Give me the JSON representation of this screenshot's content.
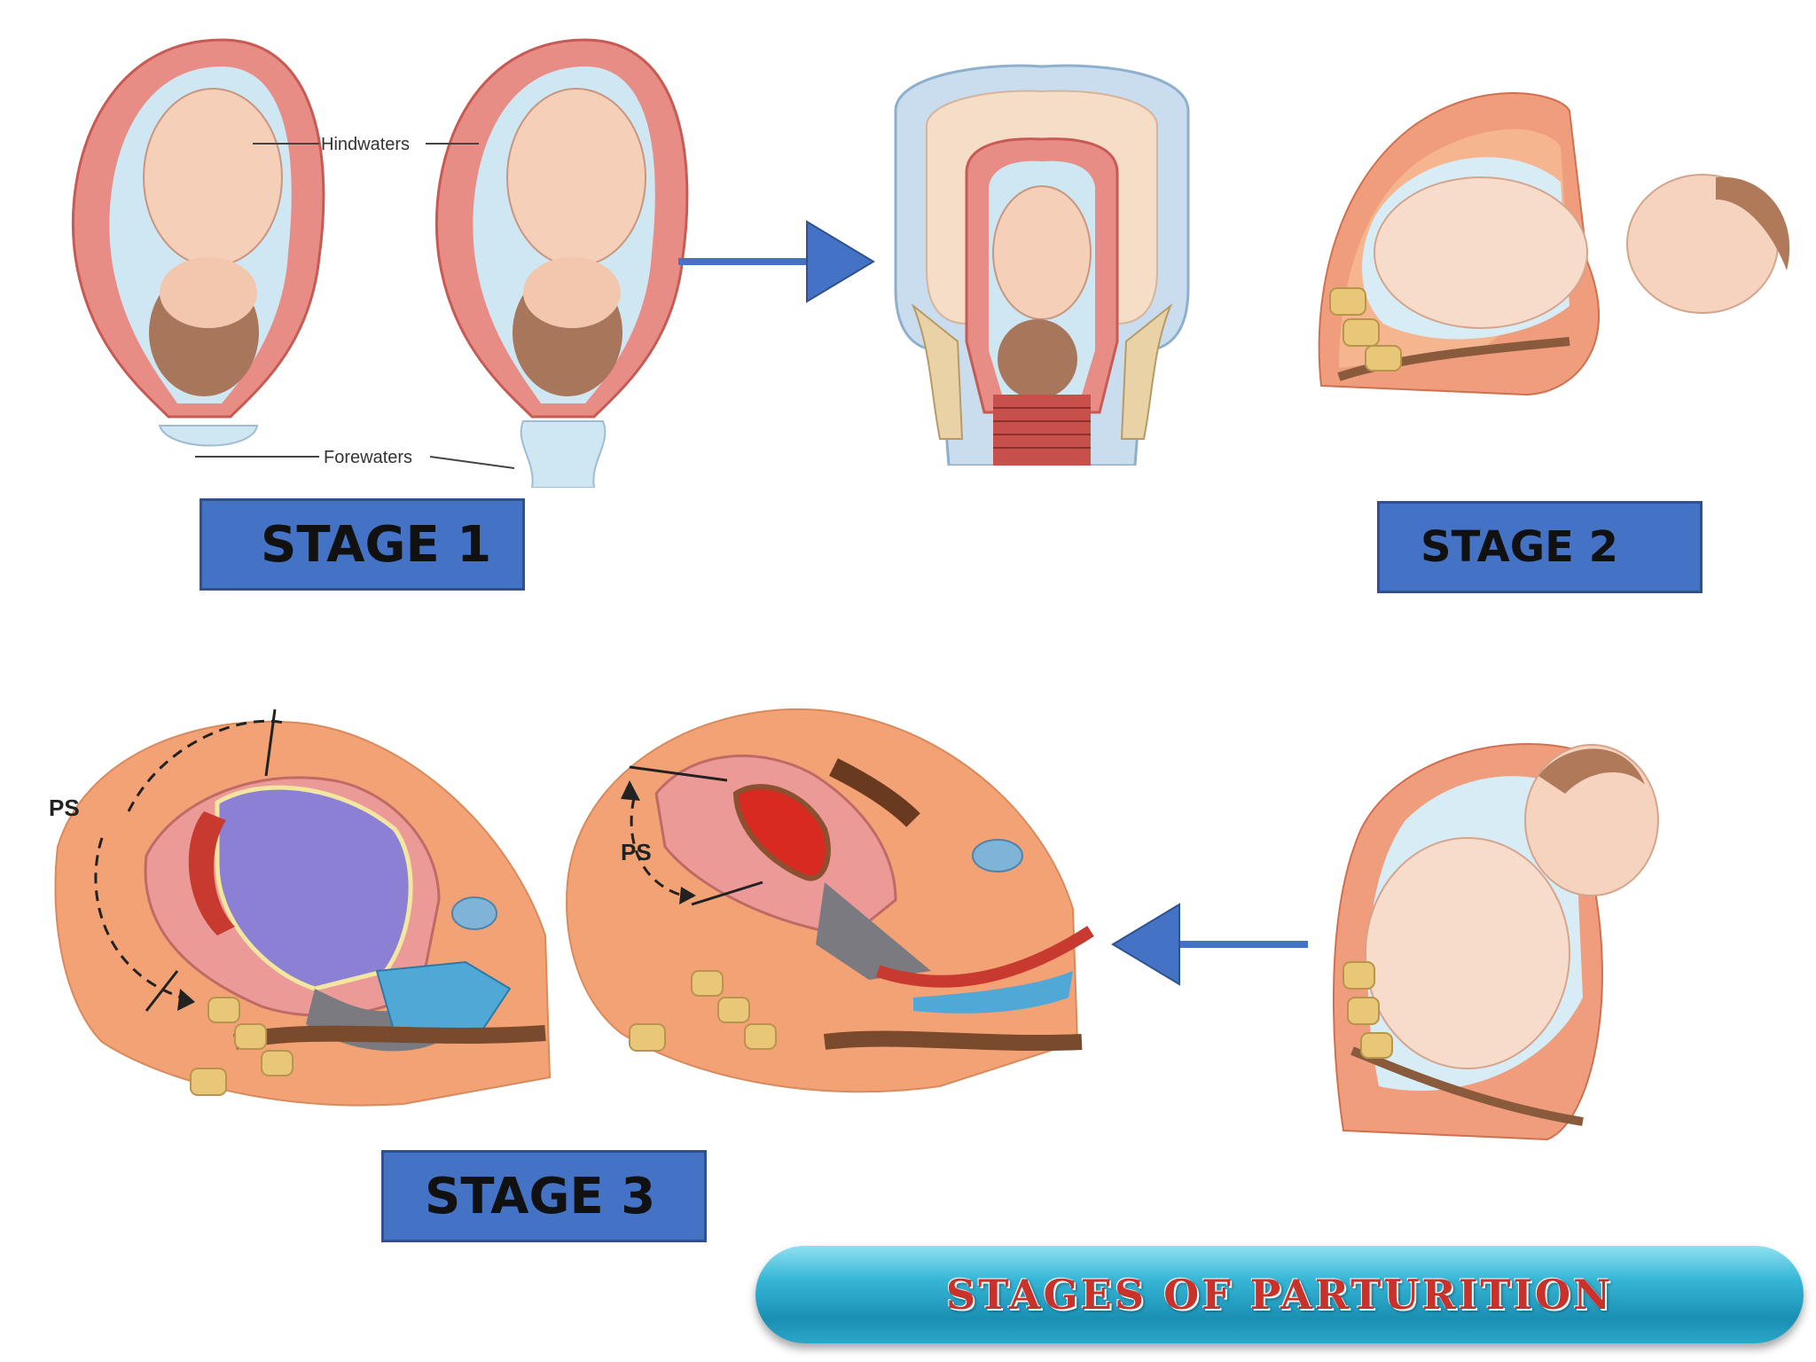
{
  "labels": {
    "hindwaters": "Hindwaters",
    "forewaters": "Forewaters",
    "ps_left": "PS",
    "ps_right": "PS"
  },
  "stages": {
    "stage1": "STAGE 1",
    "stage2": "STAGE 2",
    "stage3": "STAGE 3"
  },
  "title": "STAGES OF PARTURITION",
  "colors": {
    "stage_box": "#4472c4",
    "arrow": "#4472c4",
    "title_bar": "#2aa6c8",
    "title_text": "#c8322a"
  }
}
